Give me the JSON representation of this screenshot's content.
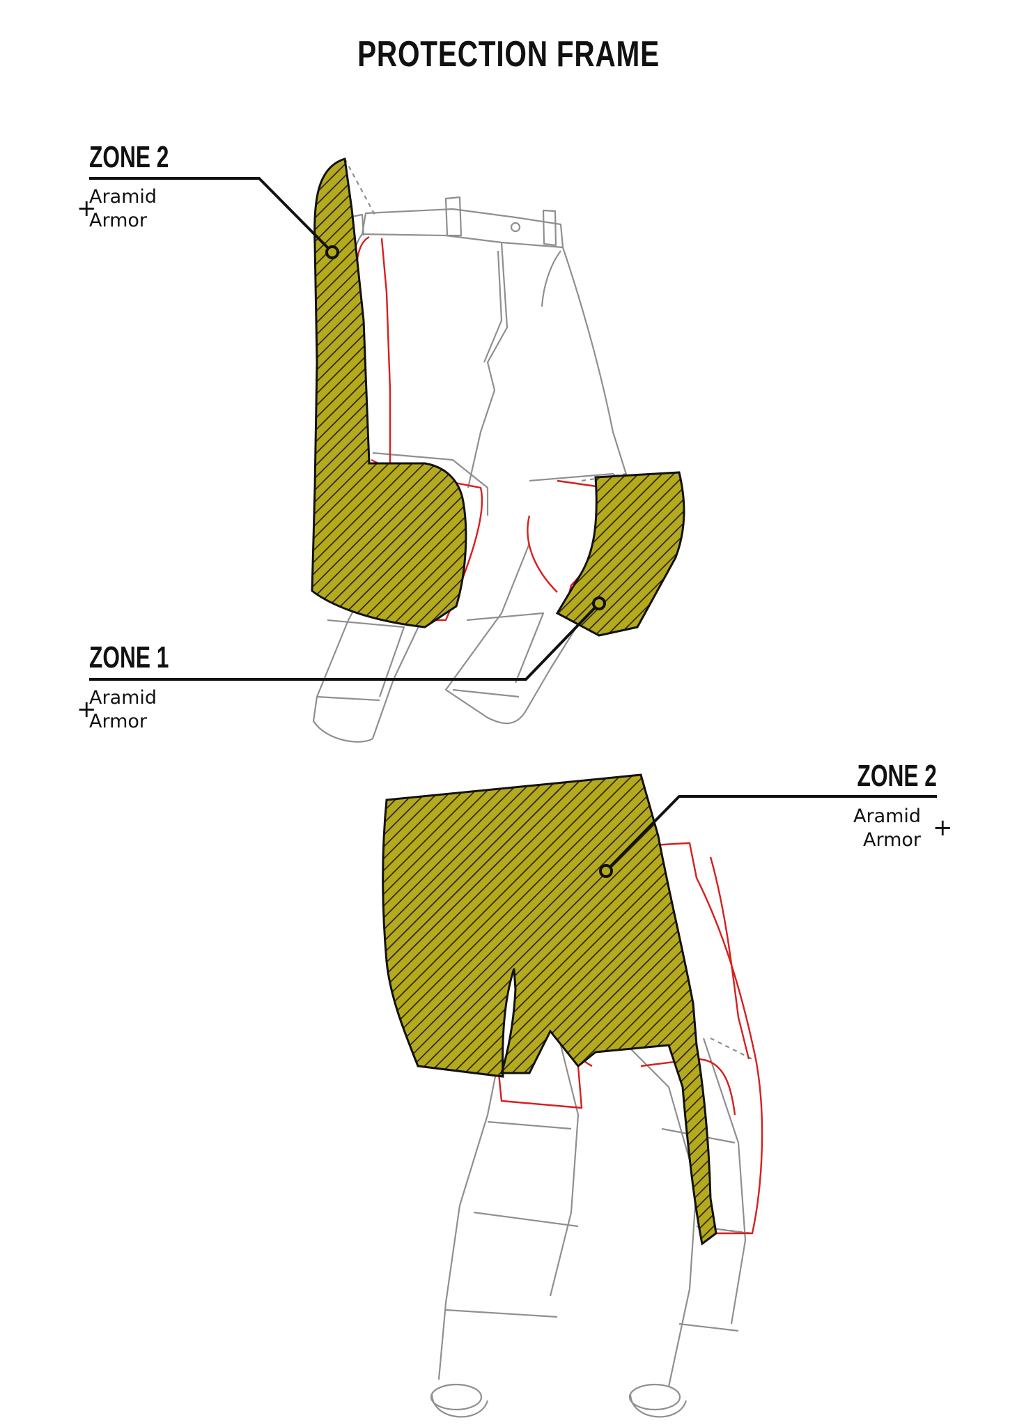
{
  "title": "PROTECTION FRAME",
  "callouts": {
    "front_upper": {
      "zone": "ZONE 2",
      "material_1": "Aramid",
      "material_2": "Armor",
      "plus": "+"
    },
    "front_lower": {
      "zone": "ZONE 1",
      "material_1": "Aramid",
      "material_2": "Armor",
      "plus": "+"
    },
    "rear": {
      "zone": "ZONE 2",
      "material_1": "Aramid",
      "material_2": "Armor",
      "plus": "+"
    }
  },
  "colors": {
    "protection_fill": "#b5aa1e",
    "hatch": "#2a2a10",
    "garment_outline": "#8f8f8f",
    "seam_red": "#d81e1e",
    "leader": "#111111"
  }
}
